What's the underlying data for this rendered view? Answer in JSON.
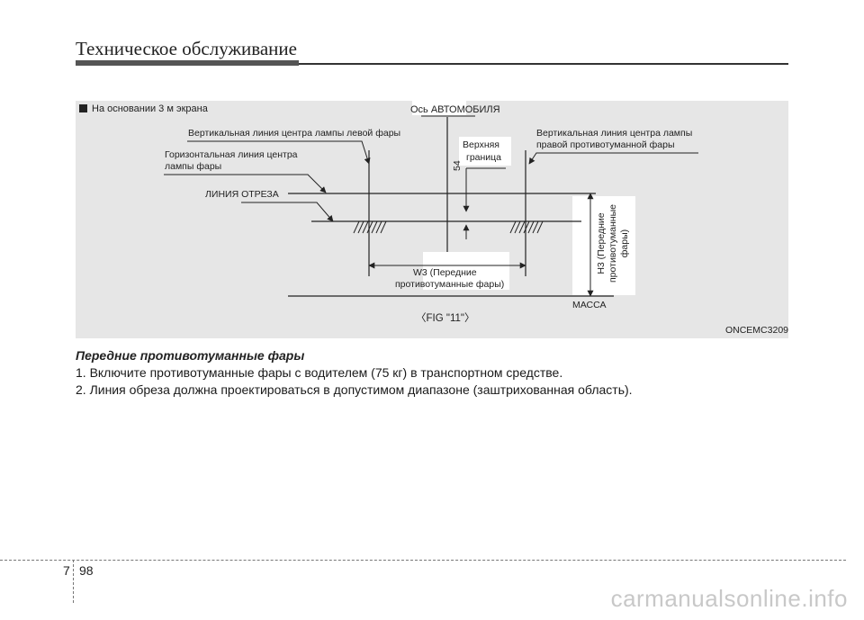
{
  "header": {
    "title": "Техническое обслуживание"
  },
  "figure": {
    "note": "На основании 3 м экрана",
    "labels": {
      "vehicle_axis": "Ось АВТОМОБИЛЯ",
      "left_lamp_vertical": "Вертикальная линия центра лампы левой фары",
      "horizontal_center_line1": "Горизонтальная линия центра",
      "horizontal_center_line2": "лампы фары",
      "upper_bound1": "Верхняя",
      "upper_bound2": "граница",
      "right_lamp_vertical1": "Вертикальная линия центра лампы",
      "right_lamp_vertical2": "правой противотуманной фары",
      "cutoff_line": "ЛИНИЯ ОТРЕЗА",
      "dim_54": "54",
      "w3_line1": "W3 (Передние",
      "w3_line2": "противотуманные фары)",
      "h3_line1": "H3 (Передние",
      "h3_line2": "противотуманные",
      "h3_line3": "фары)",
      "ground": "МАССА",
      "fig_ref": "〈FIG \"11\"〉"
    },
    "code": "ONCEMC3209"
  },
  "content": {
    "section_title": "Передние противотуманные фары",
    "steps": [
      "1. Включите противотуманные фары с водителем (75 кг) в транспортном средстве.",
      "2. Линия обреза должна проектироваться в допустимом диапазоне (заштрихованная область)."
    ]
  },
  "footer": {
    "chapter": "7",
    "page": "98"
  },
  "watermark": "carmanualsonline.info"
}
